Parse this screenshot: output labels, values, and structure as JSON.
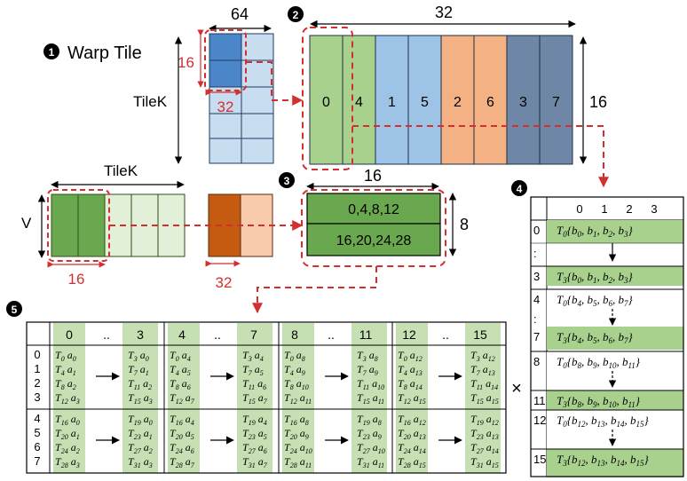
{
  "panel1": {
    "badge": "1",
    "title": "Warp Tile",
    "dim_top": "64",
    "dim_tilek_left": "TileK",
    "dim_16": "16",
    "dim_32": "32",
    "dim_tilek_bottom": "TileK",
    "dim_v": "V",
    "dim_16_bottom": "16",
    "dim_32_bottom": "32"
  },
  "panel2": {
    "badge": "2",
    "dim_top": "32",
    "dim_right": "16",
    "columns": [
      "0",
      "4",
      "1",
      "5",
      "2",
      "6",
      "3",
      "7"
    ]
  },
  "panel3": {
    "badge": "3",
    "dim_top": "16",
    "dim_right": "8",
    "rows": [
      "0,4,8,12",
      "16,20,24,28"
    ]
  },
  "panel4": {
    "badge": "4",
    "header": [
      "0",
      "1",
      "2",
      "3"
    ],
    "rows": [
      {
        "label": "0",
        "thread": "T0",
        "items": [
          "b0",
          "b1",
          "b2",
          "b3"
        ]
      },
      {
        "label": ":",
        "thread": "",
        "items": []
      },
      {
        "label": "3",
        "thread": "T3",
        "items": [
          "b0",
          "b1",
          "b2",
          "b3"
        ]
      },
      {
        "label": "4",
        "thread": "T0",
        "items": [
          "b4",
          "b5",
          "b6",
          "b7"
        ]
      },
      {
        "label": ":",
        "thread": "",
        "items": []
      },
      {
        "label": "7",
        "thread": "T3",
        "items": [
          "b4",
          "b5",
          "b6",
          "b7"
        ]
      },
      {
        "label": "8",
        "thread": "T0",
        "items": [
          "b8",
          "b9",
          "b10",
          "b11"
        ]
      },
      {
        "label": "11",
        "thread": "T3",
        "items": [
          "b8",
          "b9",
          "b10",
          "b11"
        ]
      },
      {
        "label": "12",
        "thread": "T0",
        "items": [
          "b12",
          "b13",
          "b14",
          "b15"
        ]
      },
      {
        "label": "15",
        "thread": "T3",
        "items": [
          "b12",
          "b13",
          "b14",
          "b15"
        ]
      }
    ],
    "times": "×"
  },
  "panel5": {
    "badge": "5",
    "header": [
      "0",
      "..",
      "3",
      "4",
      "..",
      "7",
      "8",
      "..",
      "11",
      "12",
      "..",
      "15"
    ],
    "row_labels": [
      "0",
      "1",
      "2",
      "3",
      "4",
      "5",
      "6",
      "7"
    ],
    "groups": [
      {
        "first": [
          [
            "T0",
            "a0"
          ],
          [
            "T4",
            "a1"
          ],
          [
            "T8",
            "a2"
          ],
          [
            "T12",
            "a3"
          ]
        ],
        "last": [
          [
            "T3",
            "a0"
          ],
          [
            "T7",
            "a1"
          ],
          [
            "T11",
            "a2"
          ],
          [
            "T15",
            "a3"
          ]
        ]
      }
    ]
  },
  "colors": {
    "green_dark": "#6aa84f",
    "green_light": "#a9d18e",
    "green_pale": "#e2efd9",
    "blue_dark": "#4a86c8",
    "blue_mid": "#9dc3e6",
    "blue_light": "#c9ddf0",
    "orange_dark": "#c55a11",
    "orange_mid": "#f4b183",
    "orange_light": "#f8cbad",
    "slate": "#6f87a6",
    "red_dash": "#d32f2f"
  }
}
